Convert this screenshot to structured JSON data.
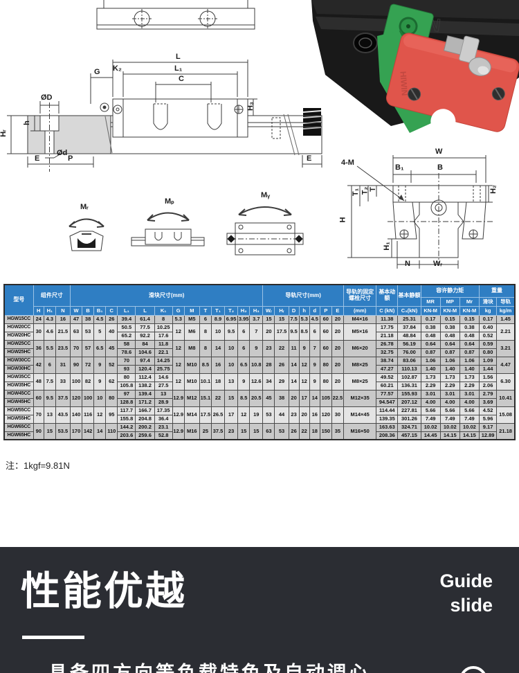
{
  "note": "注：1kgf=9.81N",
  "diagram": {
    "labels": {
      "G": "G",
      "L": "L",
      "K2": "K₂",
      "L1": "L₁",
      "C": "C",
      "H3": "H₃",
      "E_right": "E",
      "OD": "ØD",
      "h": "h",
      "HR": "Hᵣ",
      "Od": "Ød",
      "E": "E",
      "P": "P",
      "MR": "Mᵣ",
      "MP": "Mₚ",
      "MY": "Mᵧ",
      "W": "W",
      "B1": "B₁",
      "B": "B",
      "fourM": "4-M",
      "T1": "T₁",
      "T2": "T₂",
      "T": "T",
      "H": "H",
      "H1": "H₁",
      "H2": "H₂",
      "N": "N",
      "WR": "Wᵣ"
    }
  },
  "photo": {
    "brand_embossed": "HIWIN"
  },
  "table": {
    "header_bg": "#2f7ec3",
    "group_headers": {
      "model": "型号",
      "assembly": "组件尺寸",
      "block": "滑块尺寸(mm)",
      "rail": "导轨尺寸(mm)",
      "bolt": "导轨的固定螺栓尺寸",
      "dyn": "基本动额",
      "stat": "基本静额",
      "moment": "容许静力矩",
      "weight": "重量"
    },
    "moment_subs": [
      "MR",
      "MP",
      "Mr"
    ],
    "weight_subs": [
      "滑块",
      "导轨"
    ],
    "col_headers": [
      "H",
      "H₁",
      "N",
      "W",
      "B",
      "B₁",
      "C",
      "L₁",
      "L",
      "K₁",
      "G",
      "M",
      "T",
      "T₁",
      "T₂",
      "H₂",
      "H₃",
      "Wᵣ",
      "Hᵣ",
      "D",
      "h",
      "d",
      "P",
      "E",
      "(mm)",
      "C (kN)",
      "C₃(kN)",
      "KN-M",
      "KN-M",
      "KN-M",
      "kg",
      "kg/m"
    ],
    "groups": [
      {
        "models": [
          "HGW15CC"
        ],
        "shade": "dark",
        "dims": [
          "24",
          "4.3",
          "16",
          "47",
          "38",
          "4.5",
          "26"
        ],
        "slide_rows": [
          [
            "39.4",
            "61.4",
            "8"
          ]
        ],
        "mid": [
          "5.3",
          "M5",
          "6",
          "8.9",
          "6.95",
          "3.95",
          "3.7"
        ],
        "rail": [
          "15",
          "15",
          "7.5",
          "5.3",
          "4.5",
          "60",
          "20"
        ],
        "bolt": "M4×16",
        "load_rows": [
          [
            "11.38",
            "25.31",
            "0.17",
            "0.15",
            "0.15",
            "0.17"
          ]
        ],
        "rail_weight": "1.45"
      },
      {
        "models": [
          "HGW20CC",
          "HGW20HC"
        ],
        "shade": "light",
        "dims": [
          "30",
          "4.6",
          "21.5",
          "63",
          "53",
          "5",
          "40"
        ],
        "slide_rows": [
          [
            "50.5",
            "77.5",
            "10.25"
          ],
          [
            "65.2",
            "92.2",
            "17.6"
          ]
        ],
        "mid": [
          "12",
          "M6",
          "8",
          "10",
          "9.5",
          "6",
          "7"
        ],
        "rail": [
          "20",
          "17.5",
          "9.5",
          "8.5",
          "6",
          "60",
          "20"
        ],
        "bolt": "M5×16",
        "load_rows": [
          [
            "17.75",
            "37.84",
            "0.38",
            "0.38",
            "0.38",
            "0.40"
          ],
          [
            "21.18",
            "48.84",
            "0.48",
            "0.48",
            "0.48",
            "0.52"
          ]
        ],
        "rail_weight": "2.21"
      },
      {
        "models": [
          "HGW25CC",
          "HGW25HC"
        ],
        "shade": "dark",
        "dims": [
          "36",
          "5.5",
          "23.5",
          "70",
          "57",
          "6.5",
          "45"
        ],
        "slide_rows": [
          [
            "58",
            "84",
            "11.8"
          ],
          [
            "78.6",
            "104.6",
            "22.1"
          ]
        ],
        "mid": [
          "12",
          "M8",
          "8",
          "14",
          "10",
          "6",
          "9"
        ],
        "rail": [
          "23",
          "22",
          "11",
          "9",
          "7",
          "60",
          "20"
        ],
        "bolt": "M6×20",
        "load_rows": [
          [
            "26.78",
            "56.19",
            "0.64",
            "0.64",
            "0.64",
            "0.59"
          ],
          [
            "32.75",
            "76.00",
            "0.87",
            "0.87",
            "0.87",
            "0.80"
          ]
        ],
        "rail_weight": "3.21"
      },
      {
        "models": [
          "HGW30CC",
          "HGW30HC"
        ],
        "shade": "dark",
        "dims": [
          "42",
          "6",
          "31",
          "90",
          "72",
          "9",
          "52"
        ],
        "slide_rows": [
          [
            "70",
            "97.4",
            "14.25"
          ],
          [
            "93",
            "120.4",
            "25.75"
          ]
        ],
        "mid": [
          "12",
          "M10",
          "8.5",
          "16",
          "10",
          "6.5",
          "10.8"
        ],
        "rail": [
          "28",
          "26",
          "14",
          "12",
          "9",
          "80",
          "20"
        ],
        "bolt": "M8×25",
        "load_rows": [
          [
            "38.74",
            "83.06",
            "1.06",
            "1.06",
            "1.06",
            "1.09"
          ],
          [
            "47.27",
            "110.13",
            "1.40",
            "1.40",
            "1.40",
            "1.44"
          ]
        ],
        "rail_weight": "4.47"
      },
      {
        "models": [
          "HGW35CC",
          "HGW35HC"
        ],
        "shade": "light",
        "dims": [
          "48",
          "7.5",
          "33",
          "100",
          "82",
          "9",
          "62"
        ],
        "slide_rows": [
          [
            "80",
            "112.4",
            "14.6"
          ],
          [
            "105.8",
            "138.2",
            "27.5"
          ]
        ],
        "mid": [
          "12",
          "M10",
          "10.1",
          "18",
          "13",
          "9",
          "12.6"
        ],
        "rail": [
          "34",
          "29",
          "14",
          "12",
          "9",
          "80",
          "20"
        ],
        "bolt": "M8×25",
        "load_rows": [
          [
            "49.52",
            "102.87",
            "1.73",
            "1.73",
            "1.73",
            "1.56"
          ],
          [
            "60.21",
            "136.31",
            "2.29",
            "2.29",
            "2.29",
            "2.06"
          ]
        ],
        "rail_weight": "6.30"
      },
      {
        "models": [
          "HGW45CC",
          "HGW45HC"
        ],
        "shade": "dark",
        "dims": [
          "60",
          "9.5",
          "37.5",
          "120",
          "100",
          "10",
          "80"
        ],
        "slide_rows": [
          [
            "97",
            "139.4",
            "13"
          ],
          [
            "128.8",
            "171.2",
            "28.9"
          ]
        ],
        "mid": [
          "12.9",
          "M12",
          "15.1",
          "22",
          "15",
          "8.5",
          "20.5"
        ],
        "rail": [
          "45",
          "38",
          "20",
          "17",
          "14",
          "105",
          "22.5"
        ],
        "bolt": "M12×35",
        "load_rows": [
          [
            "77.57",
            "155.93",
            "3.01",
            "3.01",
            "3.01",
            "2.79"
          ],
          [
            "94.547",
            "207.12",
            "4.00",
            "4.00",
            "4.00",
            "3.69"
          ]
        ],
        "rail_weight": "10.41"
      },
      {
        "models": [
          "HGW55CC",
          "HGW55HC"
        ],
        "shade": "light",
        "dims": [
          "70",
          "13",
          "43.5",
          "140",
          "116",
          "12",
          "95"
        ],
        "slide_rows": [
          [
            "117.7",
            "166.7",
            "17.35"
          ],
          [
            "155.8",
            "204.8",
            "36.4"
          ]
        ],
        "mid": [
          "12.9",
          "M14",
          "17.5",
          "26.5",
          "17",
          "12",
          "19"
        ],
        "rail": [
          "53",
          "44",
          "23",
          "20",
          "16",
          "120",
          "30"
        ],
        "bolt": "M14×45",
        "load_rows": [
          [
            "114.44",
            "227.81",
            "5.66",
            "5.66",
            "5.66",
            "4.52"
          ],
          [
            "139.35",
            "301.26",
            "7.49",
            "7.49",
            "7.49",
            "5.96"
          ]
        ],
        "rail_weight": "15.08"
      },
      {
        "models": [
          "HGW65CC",
          "HGW65HC"
        ],
        "shade": "dark",
        "dims": [
          "90",
          "15",
          "53.5",
          "170",
          "142",
          "14",
          "110"
        ],
        "slide_rows": [
          [
            "144.2",
            "200.2",
            "23.1"
          ],
          [
            "203.6",
            "259.6",
            "52.8"
          ]
        ],
        "mid": [
          "12.9",
          "M16",
          "25",
          "37.5",
          "23",
          "15",
          "15"
        ],
        "rail": [
          "63",
          "53",
          "26",
          "22",
          "18",
          "150",
          "35"
        ],
        "bolt": "M16×50",
        "load_rows": [
          [
            "163.63",
            "324.71",
            "10.02",
            "10.02",
            "10.02",
            "9.17"
          ],
          [
            "208.36",
            "457.15",
            "14.45",
            "14.15",
            "14.15",
            "12.89"
          ]
        ],
        "rail_weight": "21.18"
      }
    ]
  },
  "footer": {
    "title": "性能优越",
    "en_lines": [
      "Guide",
      "slide"
    ],
    "partial_text": "具备四方向等负载特色及自动调心"
  }
}
